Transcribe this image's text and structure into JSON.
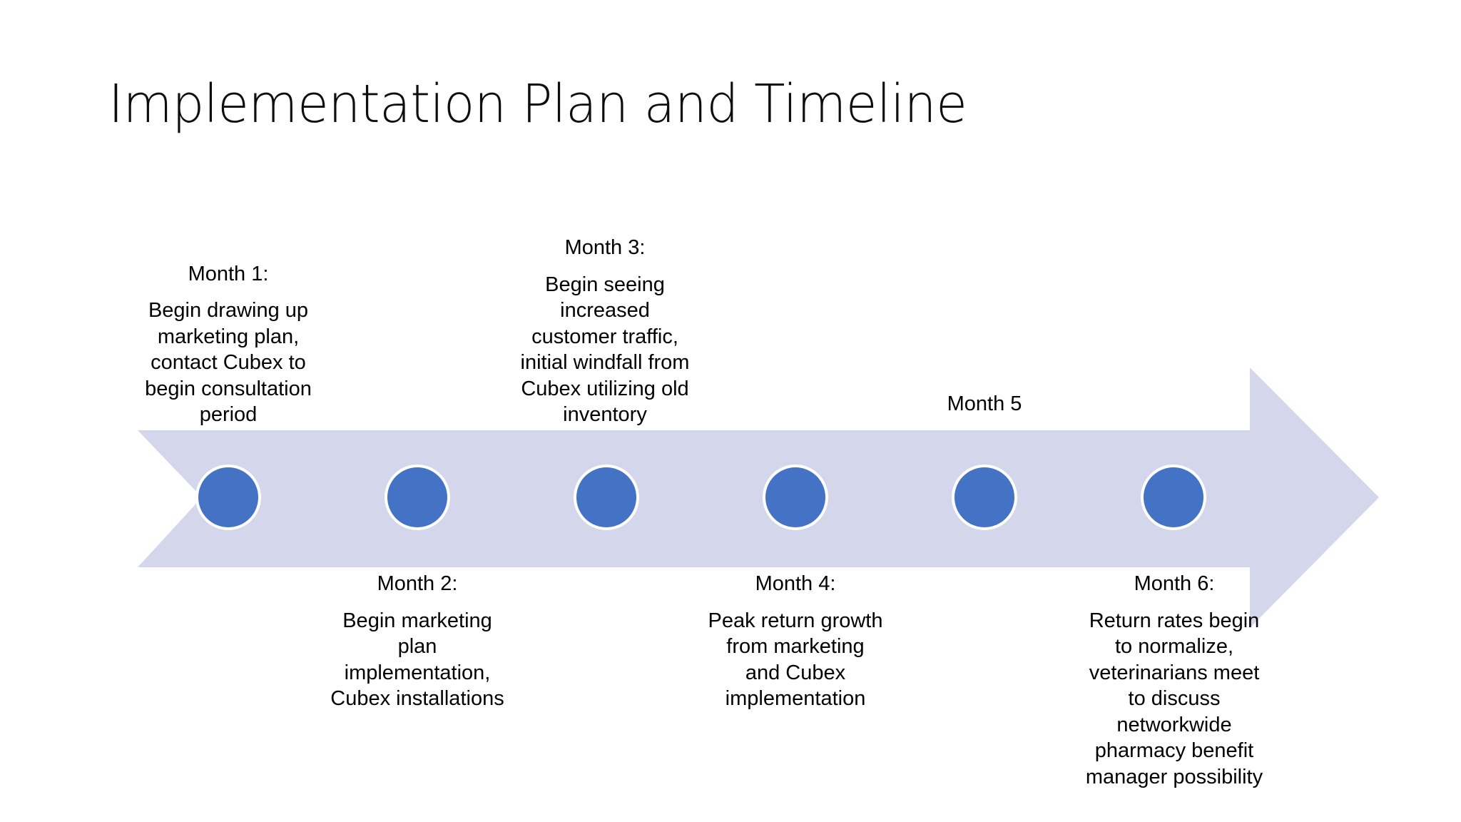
{
  "slide": {
    "title": "Implementation Plan and Timeline",
    "background_color": "#FFFFFF"
  },
  "colors": {
    "arrow_fill": "#D4D7EC",
    "node_fill": "#4472C4",
    "node_border": "#FFFFFF",
    "text": "#000000",
    "title_text": "#0D0D0D"
  },
  "timeline": {
    "shape": "right-arrow",
    "node_count": 6,
    "milestones": [
      {
        "id": "month-1",
        "heading": "Month 1:",
        "body": "Begin drawing up\nmarketing plan,\ncontact Cubex to\nbegin consultation\nperiod",
        "position": "above"
      },
      {
        "id": "month-2",
        "heading": "Month 2:",
        "body": "Begin marketing\nplan\nimplementation,\nCubex installations",
        "position": "below"
      },
      {
        "id": "month-3",
        "heading": "Month 3:",
        "body": "Begin seeing\nincreased\ncustomer traffic,\ninitial windfall from\nCubex utilizing old\ninventory",
        "position": "above"
      },
      {
        "id": "month-4",
        "heading": "Month 4:",
        "body": "Peak return growth\nfrom marketing\nand Cubex\nimplementation",
        "position": "below"
      },
      {
        "id": "month-5",
        "heading": "Month 5",
        "body": "",
        "position": "above"
      },
      {
        "id": "month-6",
        "heading": "Month 6:",
        "body": "Return rates begin\nto normalize,\nveterinarians meet\nto discuss\nnetworkwide\npharmacy benefit\nmanager possibility",
        "position": "below"
      }
    ]
  }
}
